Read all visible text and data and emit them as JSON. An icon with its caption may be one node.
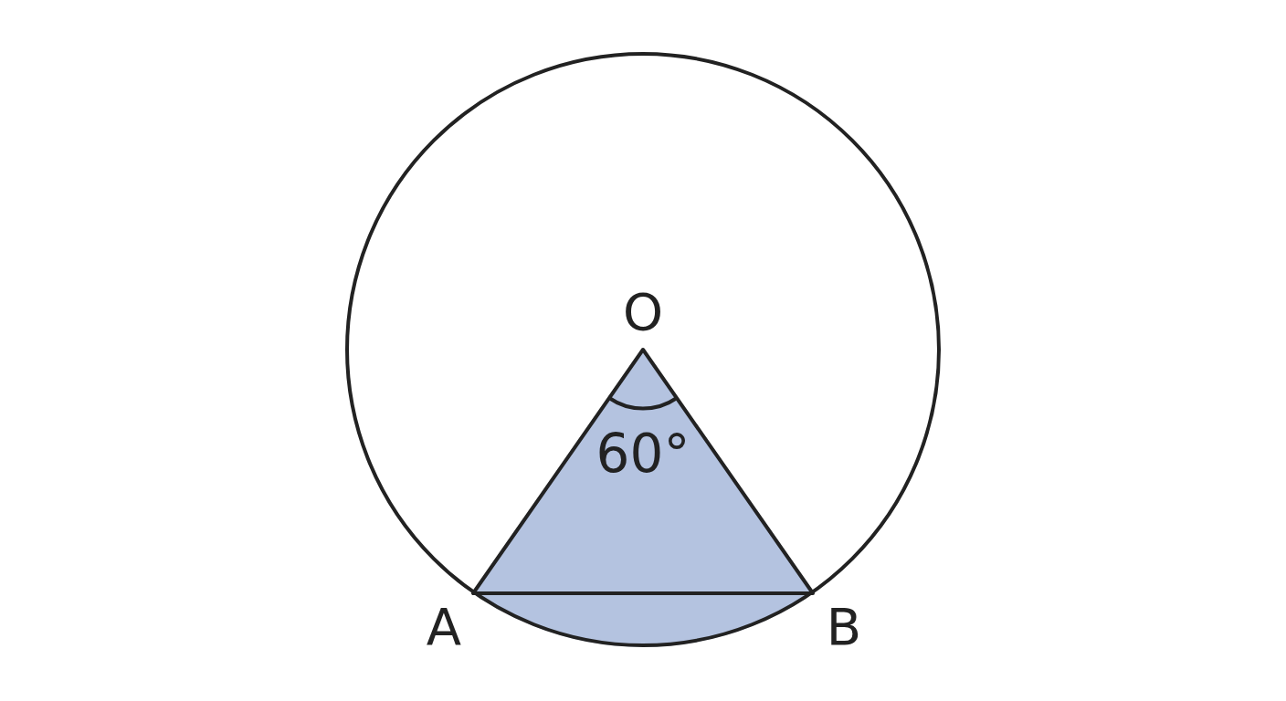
{
  "diagram": {
    "labels": [
      "O",
      "60°",
      "A",
      "B"
    ]
  }
}
